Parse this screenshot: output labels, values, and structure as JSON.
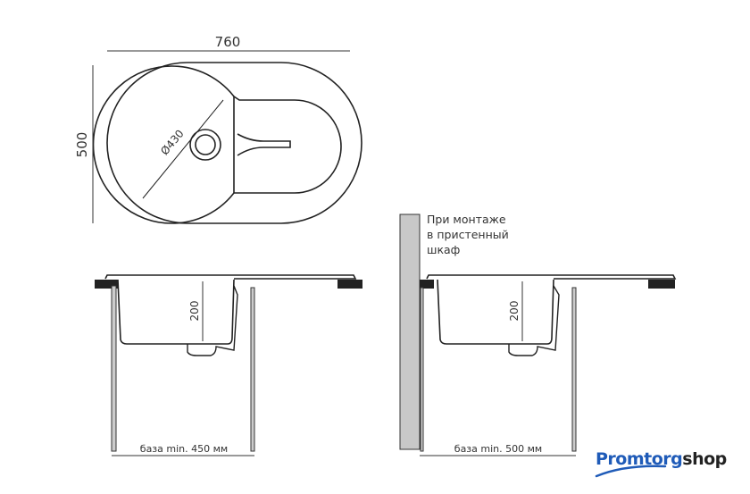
{
  "top_view": {
    "width_label": "760",
    "depth_label": "500",
    "bowl_label": "Ø430"
  },
  "side_left": {
    "depth_label": "200",
    "base_label": "база min. 450 мм"
  },
  "side_right": {
    "depth_label": "200",
    "base_label": "база min. 500 мм",
    "note_lines": [
      "При монтаже",
      "в пристенный",
      "шкаф"
    ]
  },
  "logo": {
    "part1": "Promtorg",
    "part2": "shop",
    "color": "#1f5bb8"
  }
}
